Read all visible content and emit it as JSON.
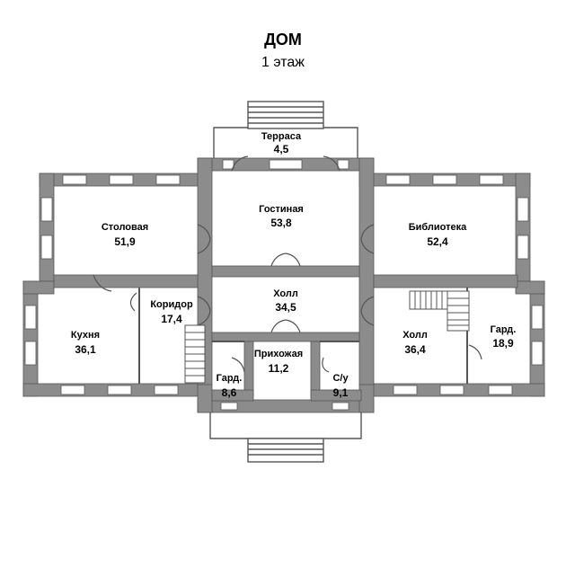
{
  "header": {
    "title": "ДОМ",
    "subtitle": "1 этаж"
  },
  "rooms": {
    "terrace": {
      "name": "Терраса",
      "area": "4,5"
    },
    "living": {
      "name": "Гостиная",
      "area": "53,8"
    },
    "dining": {
      "name": "Столовая",
      "area": "51,9"
    },
    "library": {
      "name": "Библиотека",
      "area": "52,4"
    },
    "hall_mid": {
      "name": "Холл",
      "area": "34,5"
    },
    "corridor": {
      "name": "Коридор",
      "area": "17,4"
    },
    "kitchen": {
      "name": "Кухня",
      "area": "36,1"
    },
    "entry": {
      "name": "Прихожая",
      "area": "11,2"
    },
    "ward_left": {
      "name": "Гард.",
      "area": "8,6"
    },
    "bath": {
      "name": "С/у",
      "area": "9,1"
    },
    "hall_right": {
      "name": "Холл",
      "area": "36,4"
    },
    "ward_right": {
      "name": "Гард.",
      "area": "18,9"
    }
  },
  "colors": {
    "wall": "#8c8c8c",
    "thin_wall": "#555555",
    "window": "#ffffff",
    "text": "#000000"
  }
}
